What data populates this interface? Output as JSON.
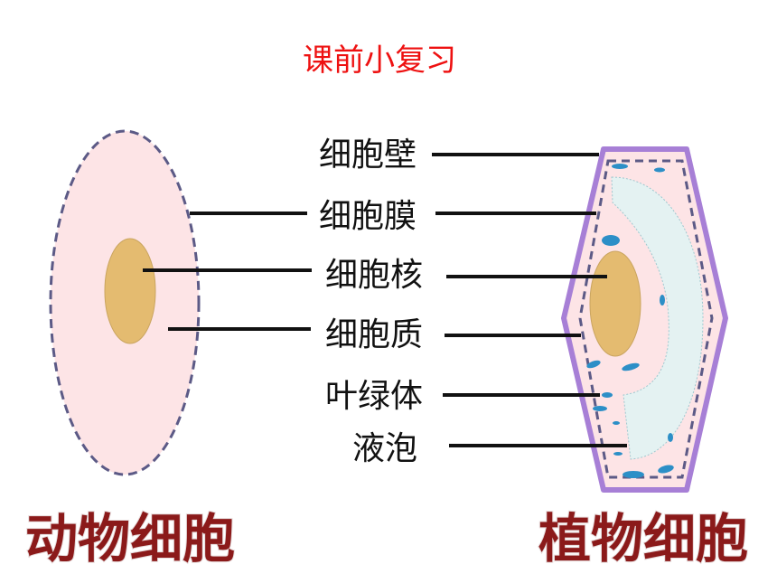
{
  "title": "课前小复习",
  "labels": {
    "cell_wall": "细胞壁",
    "cell_membrane": "细胞膜",
    "nucleus": "细胞核",
    "cytoplasm": "细胞质",
    "chloroplast": "叶绿体",
    "vacuole": "液泡"
  },
  "captions": {
    "animal_cell": "动物细胞",
    "plant_cell": "植物细胞"
  },
  "colors": {
    "title": "#ee1111",
    "caption": "#8b1a1a",
    "cytoplasm": "#fde4e6",
    "nucleus": "#e4bb70",
    "vacuole": "#e4f2f2",
    "chloroplast": "#2c8fc7",
    "cell_wall": "#a77fd6",
    "membrane": "#5c5a86"
  }
}
